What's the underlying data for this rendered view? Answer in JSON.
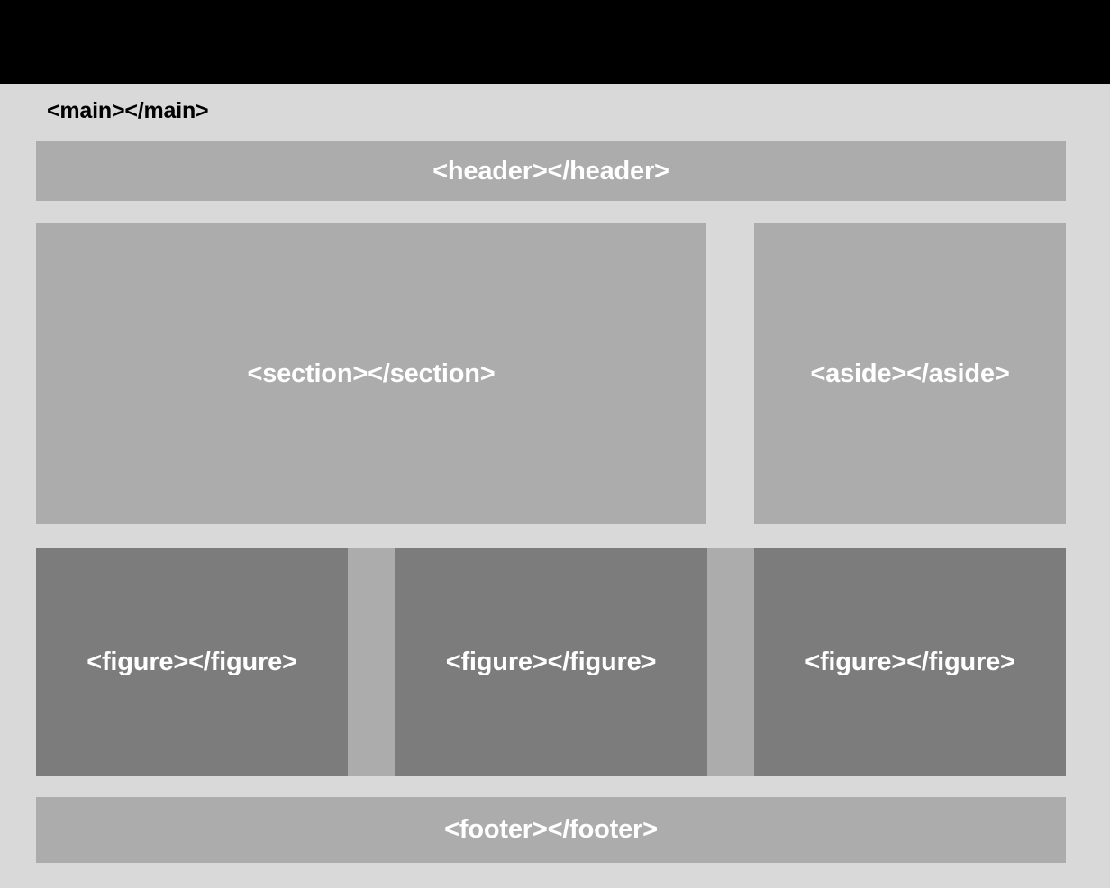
{
  "colors": {
    "topbar": "#000000",
    "page_background": "#d9d9d9",
    "block_mid": "#acacac",
    "block_dark": "#7c7c7c",
    "label_light": "#ffffff",
    "label_dark": "#000000"
  },
  "page": {
    "main_label": "<main></main>"
  },
  "layout": {
    "header": {
      "label": "<header></header>"
    },
    "content": {
      "section": {
        "label": "<section></section>"
      },
      "aside": {
        "label": "<aside></aside>"
      }
    },
    "figures": [
      {
        "label": "<figure></figure>"
      },
      {
        "label": "<figure></figure>"
      },
      {
        "label": "<figure></figure>"
      }
    ],
    "footer": {
      "label": "<footer></footer>"
    }
  }
}
